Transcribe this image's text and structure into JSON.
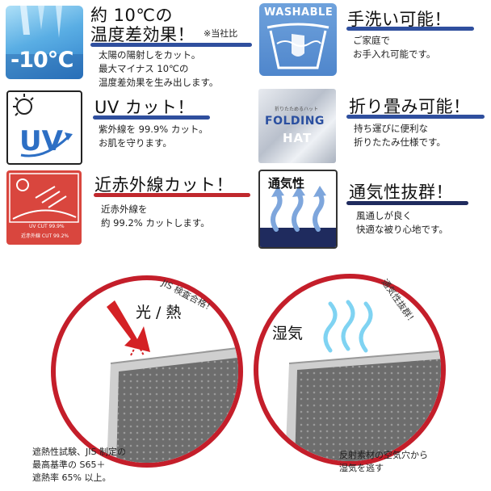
{
  "features": [
    {
      "title": "約 10℃の",
      "title2": "温度差効果！",
      "note": "※当社比",
      "desc": "太陽の陽射しをカット。\n最大マイナス 10℃の\n温度差効果を生み出します。",
      "icon_label": "-10℃"
    },
    {
      "title": "UV カット！",
      "desc": "紫外線を 99.9% カット。\nお肌を守ります。",
      "icon_label": "UV"
    },
    {
      "title": "近赤外線カット！",
      "desc": "近赤外線を\n約 99.2% カットします。",
      "icon_lines": [
        "UV CUT 99.9%",
        "近赤外線 CUT 99.2%"
      ]
    },
    {
      "title": "手洗い可能！",
      "desc": "ご家庭で\nお手入れ可能です。",
      "icon_label": "WASHABLE"
    },
    {
      "title": "折り畳み可能！",
      "desc": "持ち運びに便利な\n折りたたみ仕様です。",
      "icon_top": "折りたためるハット",
      "icon_line1": "FOLDING",
      "icon_line2": "HAT"
    },
    {
      "title": "通気性抜群！",
      "desc": "風通しが良く\n快適な被り心地です。",
      "icon_label": "通気性"
    }
  ],
  "diagrams": {
    "left_badge": "JIS 検査合格！",
    "left_label": "光 / 熱",
    "left_caption": "遮熱性試験、JIS 制定の\n最高基準の S65＋\n遮熱率 65% 以上。",
    "right_badge": "通気性抜群！",
    "right_label": "湿気",
    "right_caption": "反射素材の空気穴から\n湿気を逃す"
  },
  "colors": {
    "blue_underline": "#2f4f9e",
    "red_underline": "#c0282d",
    "navy_underline": "#1f2b5e",
    "circle_red": "#c41e2a",
    "tile_blue": "#5b8fd0",
    "tile_red": "#d9463e"
  }
}
